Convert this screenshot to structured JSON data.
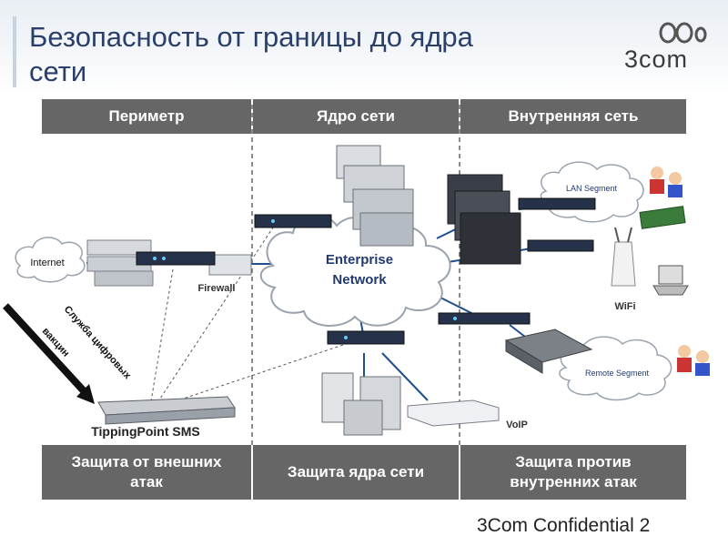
{
  "title": "Безопасность от границы до ядра сети",
  "logo": {
    "text": "3com"
  },
  "zones_top": [
    "Периметр",
    "Ядро сети",
    "Внутренняя сеть"
  ],
  "zones_bottom": [
    "Защита от внешних атак",
    "Защита ядра сети",
    "Защита против внутренних атак"
  ],
  "labels": {
    "internet": "Internet",
    "enterprise_network": "Enterprise Network",
    "lan_segment": "LAN Segment",
    "remote_segment": "Remote Segment",
    "firewall": "Firewall",
    "wifi": "WiFi",
    "voip": "VoIP",
    "tippingpoint": "TippingPoint SMS",
    "service_arrow": "Служба цифровых вакцин"
  },
  "footer": {
    "confidential": "3Com Confidential",
    "page": "2"
  }
}
